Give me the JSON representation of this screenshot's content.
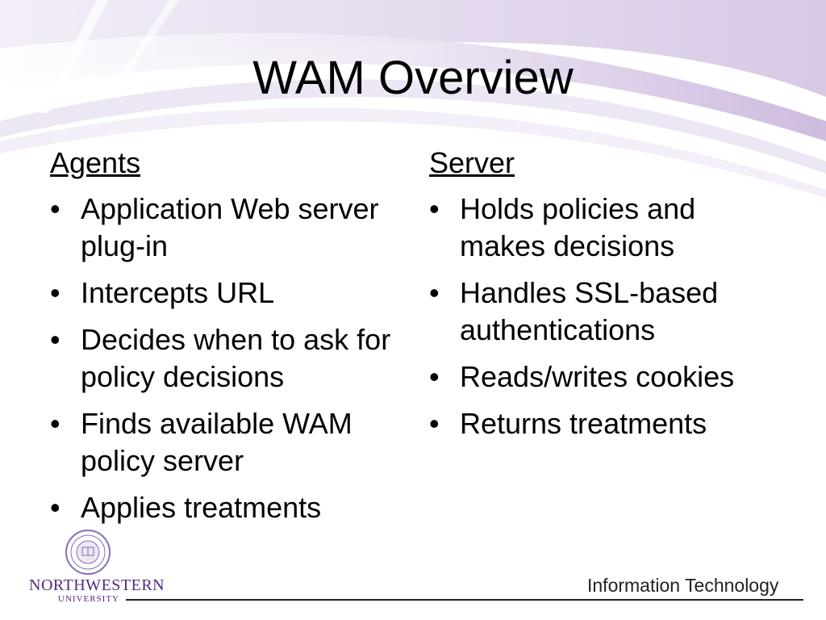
{
  "slide": {
    "title": "WAM Overview",
    "left_column": {
      "heading": "Agents",
      "items": [
        "Application Web server plug-in",
        "Intercepts URL",
        "Decides when to ask for policy decisions",
        "Finds available WAM policy server",
        "Applies treatments"
      ]
    },
    "right_column": {
      "heading": "Server",
      "items": [
        "Holds policies and makes decisions",
        "Handles SSL-based authentications",
        "Reads/writes cookies",
        "Returns treatments"
      ]
    },
    "bullet_char": "•"
  },
  "footer": {
    "logo_name": "NORTHWESTERN",
    "logo_sub": "UNIVERSITY",
    "department": "Information Technology"
  },
  "colors": {
    "brand_purple": "#4e2a84",
    "swoosh_light": "#e8e0f0",
    "swoosh_mid": "#c9b6dc"
  }
}
